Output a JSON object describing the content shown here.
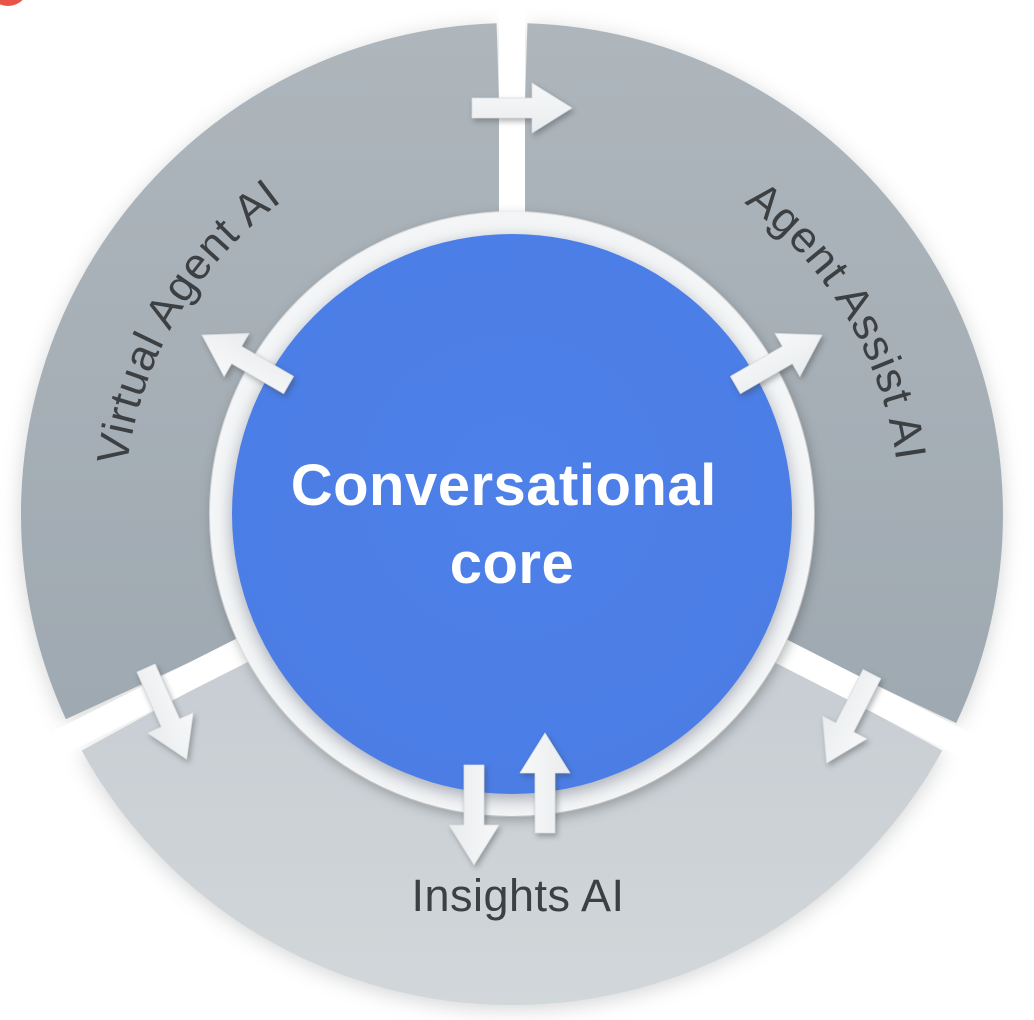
{
  "diagram": {
    "core": {
      "line1": "Conversational",
      "line2": "core"
    },
    "segments": [
      {
        "label": "Virtual Agent AI"
      },
      {
        "label": "Agent Assist AI"
      },
      {
        "label": "Insights AI"
      }
    ],
    "arrows": [
      {
        "name": "virtual-agent-to-agent-assist",
        "direction": "clockwise-across-top-gap"
      },
      {
        "name": "core-to-virtual-agent",
        "direction": "outward-upper-left"
      },
      {
        "name": "core-to-agent-assist",
        "direction": "outward-upper-right"
      },
      {
        "name": "core-to-insights",
        "direction": "outward-down"
      },
      {
        "name": "insights-to-core",
        "direction": "inward-up"
      },
      {
        "name": "virtual-agent-to-insights",
        "direction": "across-lower-left-gap"
      },
      {
        "name": "agent-assist-to-insights",
        "direction": "across-lower-right-gap"
      }
    ],
    "colors": {
      "core-blue": "#4d80e8",
      "core-blue-deep": "#4a7ce4",
      "core-text": "#ffffff",
      "segment-dark": "#aeb6bc",
      "segment-dark-deep": "#9fa9b1",
      "segment-light": "#c8ced3",
      "segment-light-soft": "#d2d7da",
      "label-text": "#3c4043",
      "ring-white": "#f3f5f6",
      "arrow-fill": "#f7f8f9",
      "arrow-fill-deep": "#e9ecee",
      "arrow-edge": "#d9dde0",
      "corner-red": "#e95448",
      "background": "#ffffff"
    }
  }
}
